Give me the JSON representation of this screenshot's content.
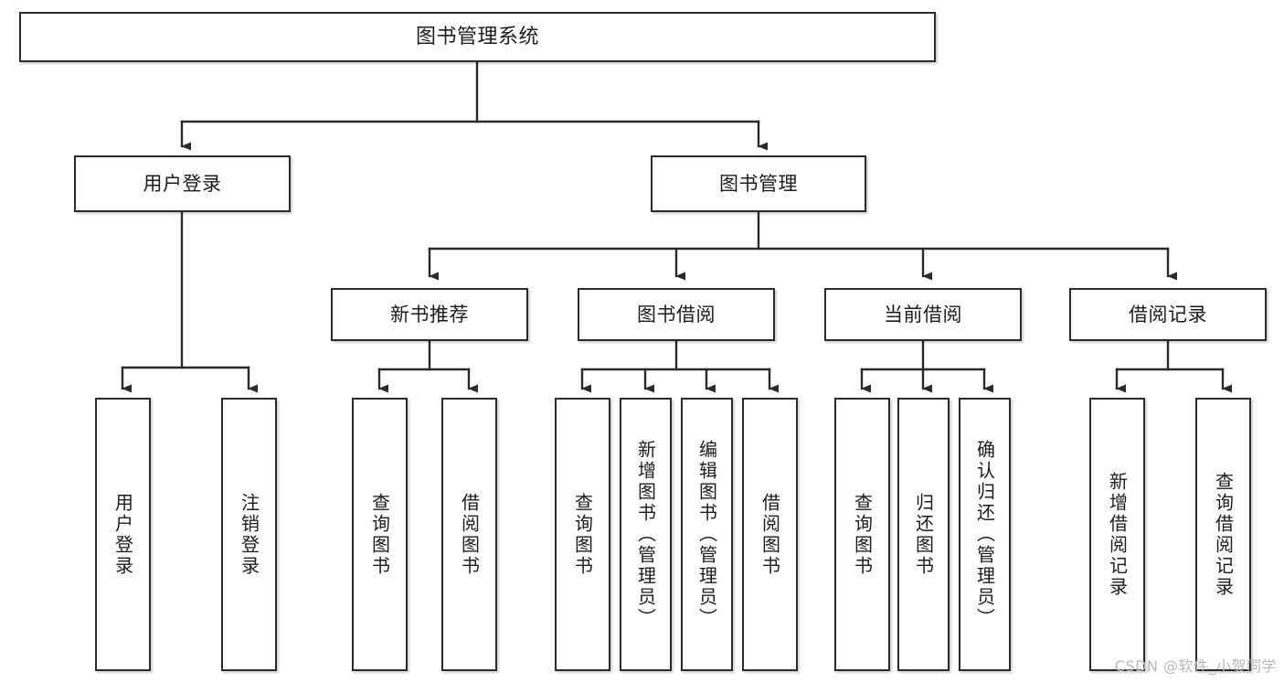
{
  "diagram": {
    "title": "图书管理系统",
    "type": "tree-hierarchy-chart",
    "watermark": "CSDN @软件_小贺同学",
    "colors": {
      "background": "#ffffff",
      "box_border": "#2b2b2b",
      "box_fill": "#ffffff",
      "connector": "#2b2b2b",
      "text": "#1d1d1d",
      "watermark": "#b9b9b9"
    }
  },
  "nodes": {
    "root": {
      "label": "图书管理系统"
    },
    "level2": [
      {
        "label": "用户登录"
      },
      {
        "label": "图书管理"
      }
    ],
    "level3": [
      {
        "label": "新书推荐"
      },
      {
        "label": "图书借阅"
      },
      {
        "label": "当前借阅"
      },
      {
        "label": "借阅记录"
      }
    ],
    "leaves_user_login": [
      {
        "label": "用户登录"
      },
      {
        "label": "注销登录"
      }
    ],
    "leaves_new_book": [
      {
        "label": "查询图书"
      },
      {
        "label": "借阅图书"
      }
    ],
    "leaves_borrow": [
      {
        "label": "查询图书"
      },
      {
        "label": "新增图书（管理员）"
      },
      {
        "label": "编辑图书（管理员）"
      },
      {
        "label": "借阅图书"
      }
    ],
    "leaves_current": [
      {
        "label": "查询图书"
      },
      {
        "label": "归还图书"
      },
      {
        "label": "确认归还（管理员）"
      }
    ],
    "leaves_records": [
      {
        "label": "新增借阅记录"
      },
      {
        "label": "查询借阅记录"
      }
    ]
  }
}
